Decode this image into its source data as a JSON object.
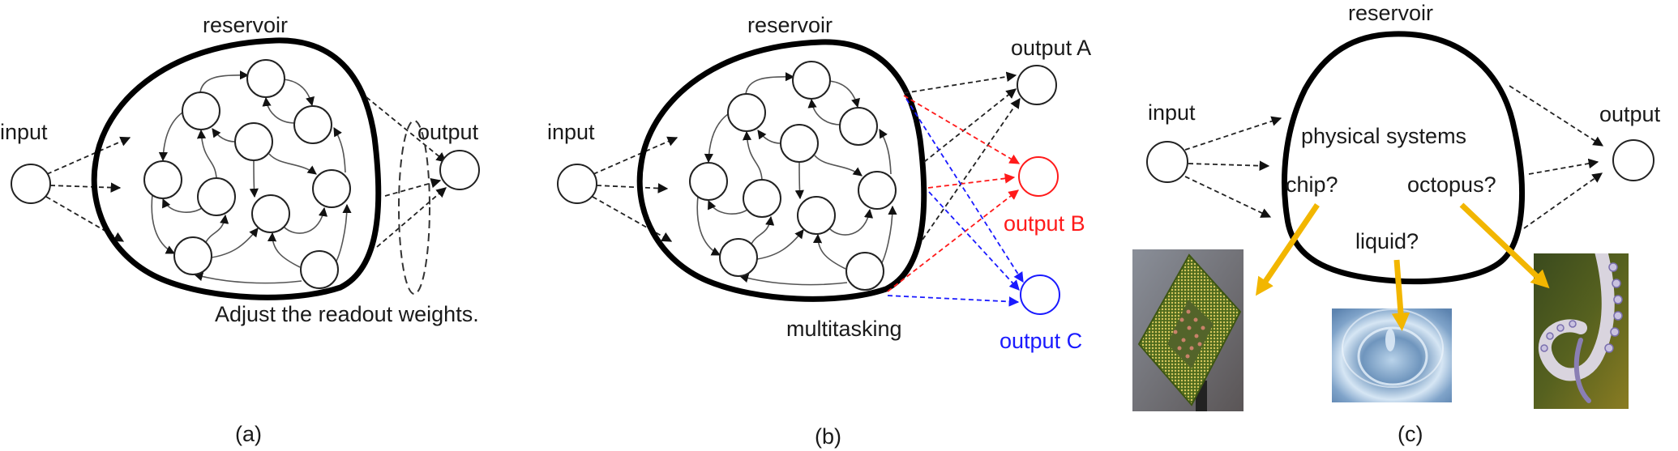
{
  "colors": {
    "black": "#1a1a1a",
    "red": "#ff1a1a",
    "blue": "#1a1aff",
    "gold": "#f2b600"
  },
  "panel_a": {
    "reservoir_label": "reservoir",
    "input_label": "input",
    "output_label": "output",
    "note": "Adjust the readout weights.",
    "caption": "(a)"
  },
  "panel_b": {
    "reservoir_label": "reservoir",
    "input_label": "input",
    "output_a_label": "output A",
    "output_b_label": "output B",
    "output_c_label": "output C",
    "note": "multitasking",
    "caption": "(b)"
  },
  "panel_c": {
    "reservoir_label": "reservoir",
    "input_label": "input",
    "output_label": "output",
    "center_text": "physical systems",
    "candidates": [
      "chip?",
      "liquid?",
      "octopus?"
    ],
    "photos": [
      "cpu-chip-photo",
      "water-droplet-photo",
      "octopus-tentacle-photo"
    ],
    "caption": "(c)"
  }
}
